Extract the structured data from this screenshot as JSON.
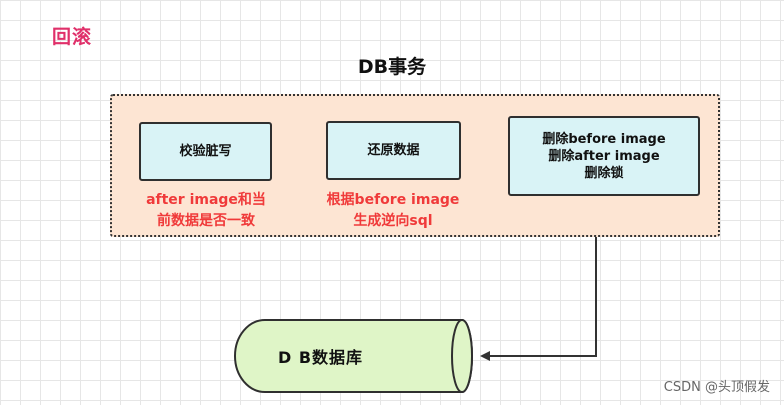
{
  "header": {
    "corner_title": "回滚",
    "main_title": "DB事务"
  },
  "steps": [
    {
      "lines": [
        "校验脏写"
      ],
      "note": [
        "after image和当",
        "前数据是否一致"
      ]
    },
    {
      "lines": [
        "还原数据"
      ],
      "note": [
        "根据before image",
        "生成逆向sql"
      ]
    },
    {
      "lines": [
        "删除before image",
        "删除after image",
        "删除锁"
      ]
    }
  ],
  "database": {
    "label": "D B数据库"
  },
  "watermark": "CSDN @头顶假发",
  "colors": {
    "corner_title": "#e0306a",
    "note_text": "#f03a3a",
    "transaction_fill": "#fde5d3",
    "step_fill": "#d9f3f6",
    "db_fill": "#dff5c7"
  }
}
